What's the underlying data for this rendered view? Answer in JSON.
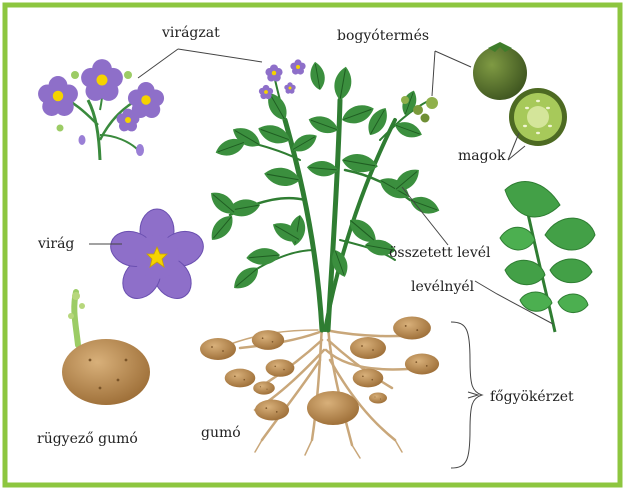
{
  "labels": {
    "viragzat": "virágzat",
    "bogyotermes": "bogyótermés",
    "magok": "magok",
    "virag": "virág",
    "osszetett_level": "összetett levél",
    "levelnyel": "levélnyél",
    "rugyezo_gumo": "rügyező gumó",
    "gumo": "gumó",
    "fogyokerzet": "főgyökérzet"
  },
  "colors": {
    "border": "#8dc63f",
    "leaf_dark": "#2e7d32",
    "leaf_mid": "#43a047",
    "leaf_light": "#66bb6a",
    "petal": "#8e6fc9",
    "petal_dark": "#6a4fb0",
    "flower_center": "#f5d300",
    "tuber": "#b98b4e",
    "tuber_dark": "#8a6230",
    "root": "#c9a77a",
    "berry": "#5f7a2e",
    "berry_flesh": "#a7c95a"
  }
}
